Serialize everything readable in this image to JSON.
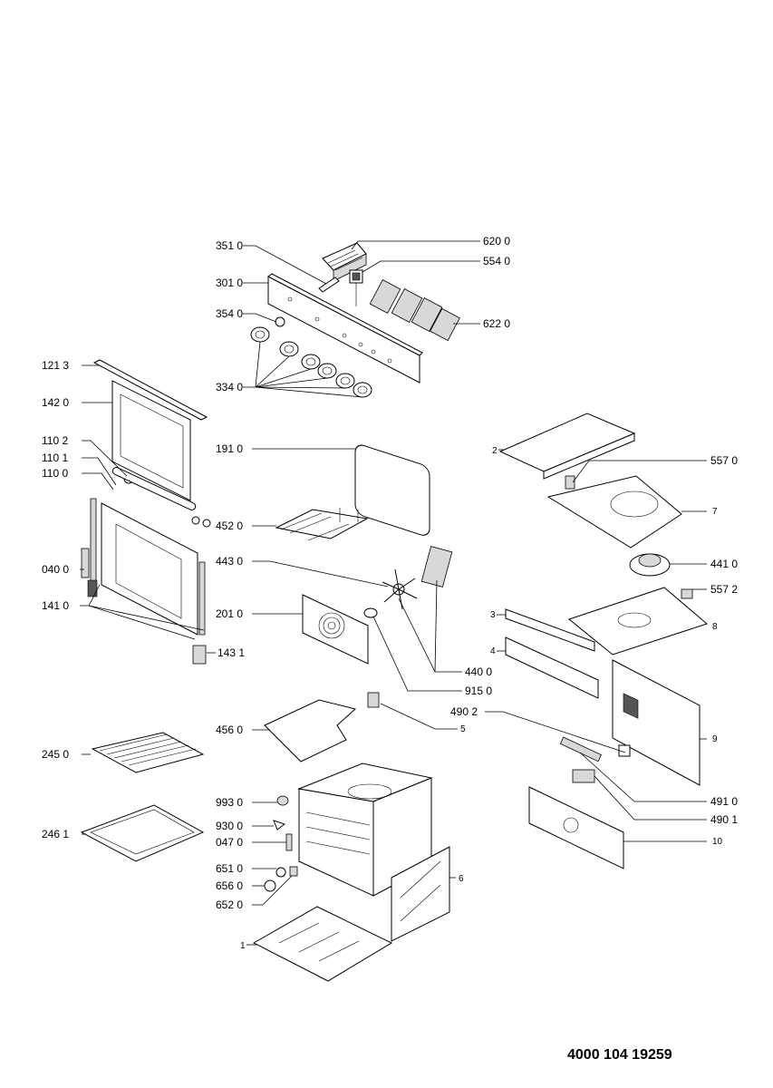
{
  "document_number": "4000 104 19259",
  "labels": {
    "l3510": "351 0",
    "l3010": "301 0",
    "l3540": "354 0",
    "l3340": "334 0",
    "l6200": "620 0",
    "l5540": "554 0",
    "l6220": "622 0",
    "l1213": "121 3",
    "l1420": "142 0",
    "l1102": "110 2",
    "l1101": "110 1",
    "l1100": "110 0",
    "l0400": "040 0",
    "l1410": "141 0",
    "l1431": "143 1",
    "l1910": "191 0",
    "l4520": "452 0",
    "l4430": "443 0",
    "l2010": "201 0",
    "l4400": "440 0",
    "l9150": "915 0",
    "l4902": "490 2",
    "l4560": "456 0",
    "l5": "5",
    "l2450": "245 0",
    "l2461": "246 1",
    "l9930": "993 0",
    "l9300": "930 0",
    "l0470": "047 0",
    "l6510": "651 0",
    "l6560": "656 0",
    "l6520": "652 0",
    "l6": "6",
    "l1": "1",
    "l2": "2",
    "l5570": "557 0",
    "l7": "7",
    "l4410": "441 0",
    "l5572": "557 2",
    "l3": "3",
    "l4": "4",
    "l8": "8",
    "l9": "9",
    "l4910": "491 0",
    "l4901": "490 1",
    "l10": "10"
  }
}
